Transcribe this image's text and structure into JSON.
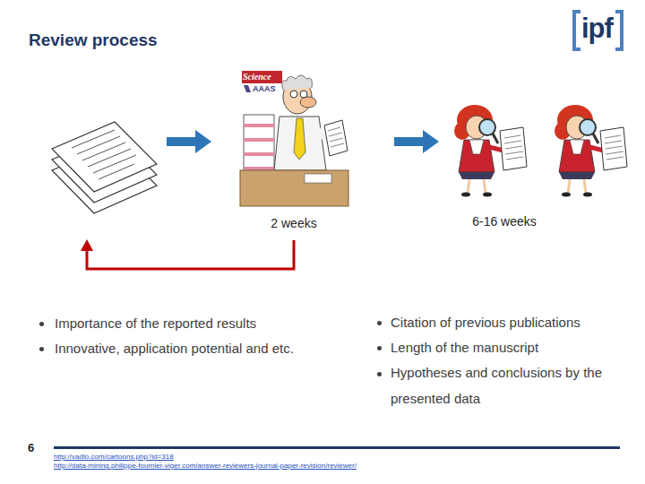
{
  "diagram": {
    "title": "Review process",
    "labels": [
      "ipf",
      "Science",
      "AAAS",
      "2 weeks",
      "6-16 weeks",
      "Importance of the reported results",
      "Innovative, application potential and etc.",
      "Citation of previous publications",
      "Length of the manuscript",
      "Hypotheses and conclusions by the presented data",
      "6",
      "http://vadlo.com/cartoons.php?id=318",
      "http://data-mining.philippe-fournier-viger.com/answer-reviewers-journal-paper-revision/reviewer/"
    ]
  }
}
